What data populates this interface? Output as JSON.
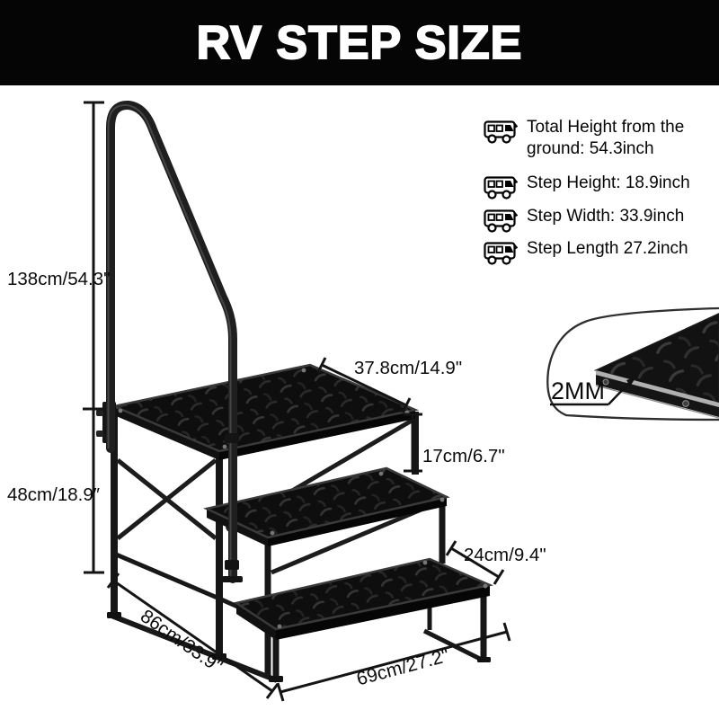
{
  "header": {
    "title": "RV STEP SIZE"
  },
  "specs": {
    "items": [
      {
        "icon": "rv-icon",
        "text": "Total Height from the ground: 54.3inch"
      },
      {
        "icon": "rv-icon",
        "text": "Step Height: 18.9inch"
      },
      {
        "icon": "rv-icon",
        "text": "Step Width: 33.9inch"
      },
      {
        "icon": "rv-icon",
        "text": "Step Length 27.2inch"
      }
    ]
  },
  "dimensions": {
    "total_height": "138cm/54.3\"",
    "platform_height": "48cm/18.9″",
    "top_step_depth": "37.8cm/14.9\"",
    "riser_height": "17cm/6.7\"",
    "step_depth": "24cm/9.4\"",
    "base_depth": "86cm/33.9\"",
    "step_length": "69cm/27.2\""
  },
  "callout": {
    "thickness": "2MM"
  },
  "colors": {
    "banner_bg": "#050505",
    "banner_text": "#ffffff",
    "annotation": "#141414",
    "steel_frame": "#1a1a1a",
    "tread_surface": "#0e0e0e"
  }
}
